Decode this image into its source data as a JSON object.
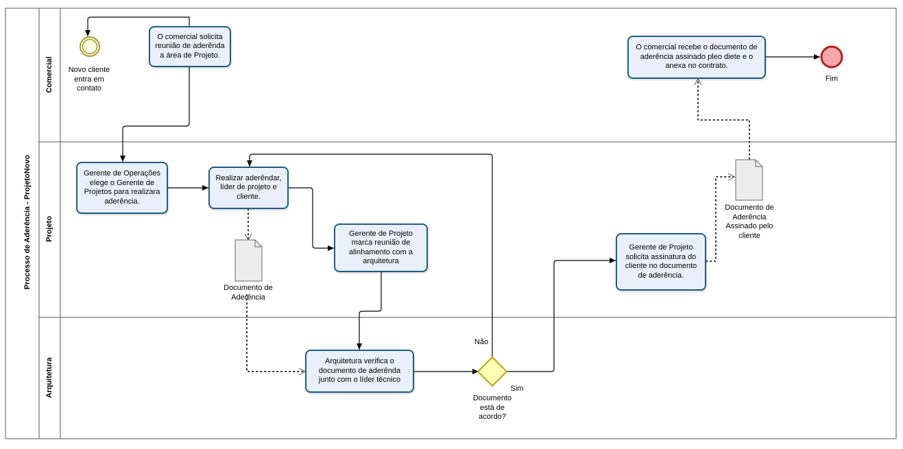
{
  "pool": {
    "title": "Processo de Aderência - ProjetoNovo"
  },
  "lanes": [
    {
      "label": "Comercial"
    },
    {
      "label": "Projeto"
    },
    {
      "label": "Arquitetura"
    }
  ],
  "events": {
    "start": {
      "label": "Novo cliente entra em contato"
    },
    "end": {
      "label": "Fim"
    }
  },
  "tasks": {
    "comercial_solicita": "O comercial solicita reunião de aderênda a área de Projeto.",
    "gerente_operacoes": "Gerente de Operações elege o Gerente de Projetos para realizara aderência.",
    "realizar_aderencia": "Realizar aderêndar, líder de projeto e cliente.",
    "gerente_marca": "Gerente de Projeto marca reunião de alinhamento com a arquitetura",
    "arquitetura_verifica": "Arquitetura verifica o documento de aderênda junto com o líder técnico",
    "gerente_solicita": "Gerente de Projeto solicita assinatura do cliente no documento de aderência.",
    "comercial_recebe": "O comercial recebe o documento de aderência assinado pleo diete e o anexa no contrato."
  },
  "gateway": {
    "label": "Documento está de acordo?",
    "yes": "Sim",
    "no": "Não"
  },
  "documents": {
    "doc1": "Documento de Aderência",
    "doc2": "Documento de Aderência Assinado pelo cliente"
  },
  "colors": {
    "task_fill": "#eaf0fb",
    "task_border": "#1f5c85",
    "start_ring": "#a39a2a",
    "start_fill": "#fdfbe0",
    "end_fill": "#f4a7ab",
    "end_border": "#b3202c",
    "gateway_fill": "#ffffb8",
    "gateway_border": "#b7a800"
  }
}
